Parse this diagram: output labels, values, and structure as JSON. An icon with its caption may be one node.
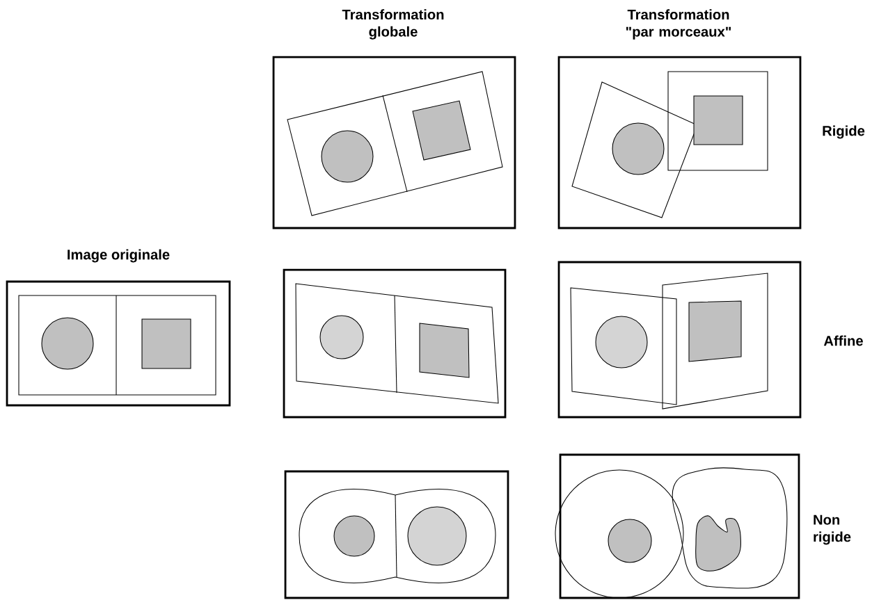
{
  "diagram": {
    "nodes": [
      {
        "text": [],
        "shape": "picture"
      },
      {
        "text": [],
        "shape": "picture"
      },
      {
        "text": [
          "Image originale"
        ]
      },
      {
        "text": [],
        "shape": "picture"
      },
      {
        "text": [],
        "shape": "picture"
      },
      {
        "text": [],
        "shape": "picture"
      },
      {
        "text": [],
        "shape": "picture"
      }
    ],
    "labels": [
      "Transformation globale",
      "Transformation \"par morceaux\"",
      "Rigide",
      "Affine",
      "Non rigide"
    ]
  }
}
